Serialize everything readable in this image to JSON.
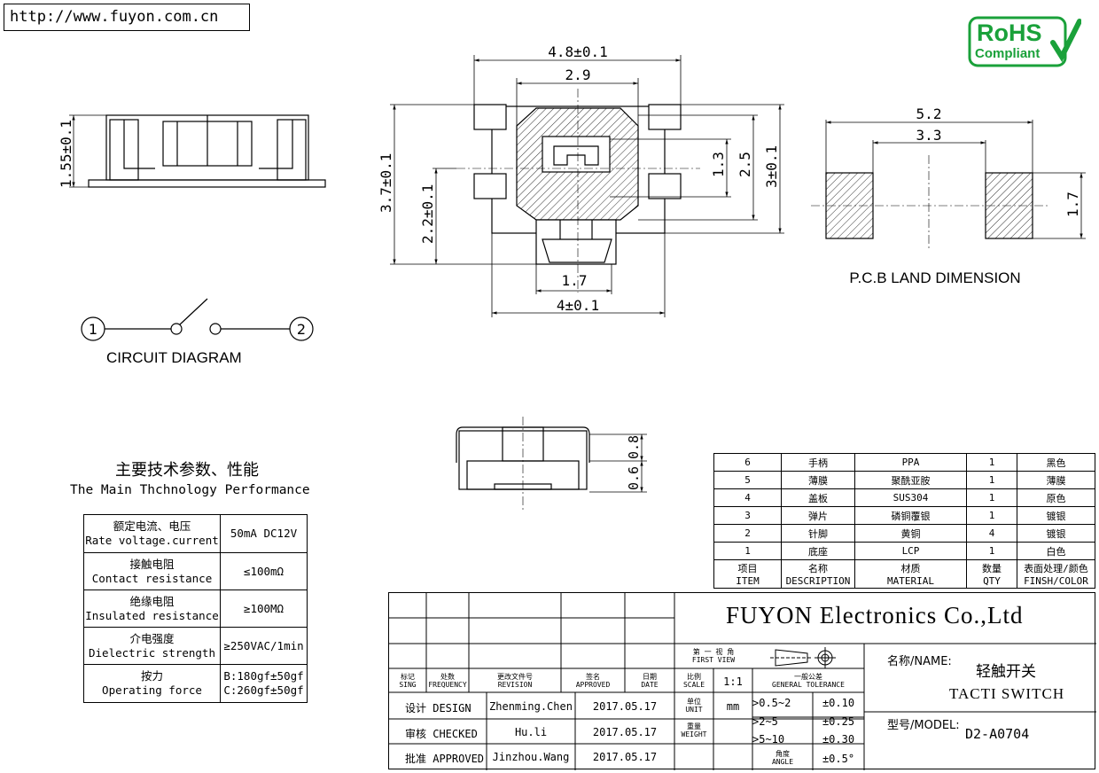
{
  "url": "http://www.fuyon.com.cn",
  "rohs": {
    "line1": "RoHS",
    "line2": "Compliant"
  },
  "side_view": {
    "dim_height": "1.55±0.1"
  },
  "top_view": {
    "dim_width_outer": "4.8±0.1",
    "dim_width_inner": "2.9",
    "dim_height_outer": "3.7±0.1",
    "dim_height_inner": "2.2±0.1",
    "dim_actuator": "1.3",
    "dim_body_h": "2.5",
    "dim_total_h": "3±0.1",
    "dim_stem": "1.7",
    "dim_base": "4±0.1"
  },
  "pcb": {
    "title": "P.C.B LAND DIMENSION",
    "dim_outer": "5.2",
    "dim_inner": "3.3",
    "dim_pad_h": "1.7"
  },
  "circuit": {
    "title": "CIRCUIT DIAGRAM",
    "pin1": "1",
    "pin2": "2"
  },
  "front_view": {
    "dim_a": "0.8",
    "dim_b": "0.6"
  },
  "performance": {
    "title_cn": "主要技术参数、性能",
    "title_en": "The Main Thchnology Performance",
    "rows": [
      {
        "cn": "额定电流、电压",
        "en": "Rate voltage.current",
        "value": "50mA DC12V"
      },
      {
        "cn": "接触电阻",
        "en": "Contact resistance",
        "value": "≤100mΩ"
      },
      {
        "cn": "绝缘电阻",
        "en": "Insulated resistance",
        "value": "≥100MΩ"
      },
      {
        "cn": "介电强度",
        "en": "Dielectric strength",
        "value": "≥250VAC/1min"
      },
      {
        "cn": "按力",
        "en": "Operating force",
        "value": "B:180gf±50gf",
        "value2": "C:260gf±50gf"
      }
    ]
  },
  "bom": {
    "rows": [
      {
        "item": "6",
        "desc": "手柄",
        "material": "PPA",
        "qty": "1",
        "finish": "黑色"
      },
      {
        "item": "5",
        "desc": "薄膜",
        "material": "聚酰亚胺",
        "qty": "1",
        "finish": "薄膜"
      },
      {
        "item": "4",
        "desc": "盖板",
        "material": "SUS304",
        "qty": "1",
        "finish": "原色"
      },
      {
        "item": "3",
        "desc": "弹片",
        "material": "磷铜覆银",
        "qty": "1",
        "finish": "镀银"
      },
      {
        "item": "2",
        "desc": "针脚",
        "material": "黄铜",
        "qty": "4",
        "finish": "镀银"
      },
      {
        "item": "1",
        "desc": "底座",
        "material": "LCP",
        "qty": "1",
        "finish": "白色"
      }
    ],
    "header": {
      "item_cn": "项目",
      "item_en": "ITEM",
      "desc_cn": "名称",
      "desc_en": "DESCRIPTION",
      "mat_cn": "材质",
      "mat_en": "MATERIAL",
      "qty_cn": "数量",
      "qty_en": "QTY",
      "fin_cn": "表面处理/颜色",
      "fin_en": "FINSH/COLOR"
    }
  },
  "title_block": {
    "company": "FUYON Electronics Co.,Ltd",
    "first_view_cn": "第 一 视 角",
    "first_view_en": "FIRST VIEW",
    "rev_headers": [
      {
        "cn": "标记",
        "en": "SING"
      },
      {
        "cn": "处数",
        "en": "FREQUENCY"
      },
      {
        "cn": "更改文件号",
        "en": "REVISION"
      },
      {
        "cn": "签名",
        "en": "APPROVED"
      },
      {
        "cn": "日期",
        "en": "DATE"
      }
    ],
    "scale_cn": "比例",
    "scale_en": "SCALE",
    "scale_value": "1:1",
    "tol_cn": "一般公差",
    "tol_en": "GENERAL TOLERANCE",
    "unit_cn": "单位",
    "unit_en": "UNIT",
    "unit_value": "mm",
    "weight_cn": "重量",
    "weight_en": "WEIGHT",
    "tolerances": [
      {
        "range": ">0.5~2",
        "tol": "±0.10"
      },
      {
        "range": ">2~5",
        "tol": "±0.25"
      },
      {
        "range": ">5~10",
        "tol": "±0.30"
      },
      {
        "range_cn": "角度",
        "range_en": "ANGLE",
        "tol": "±0.5°"
      }
    ],
    "signoffs": [
      {
        "role": "设计 DESIGN",
        "name": "Zhenming.Chen",
        "date": "2017.05.17"
      },
      {
        "role": "审核 CHECKED",
        "name": "Hu.li",
        "date": "2017.05.17"
      },
      {
        "role": "批准 APPROVED",
        "name": "Jinzhou.Wang",
        "date": "2017.05.17"
      }
    ],
    "name_label": "名称/NAME:",
    "name_cn": "轻触开关",
    "name_en": "TACTI SWITCH",
    "model_label": "型号/MODEL:",
    "model_value": "D2-A0704"
  }
}
